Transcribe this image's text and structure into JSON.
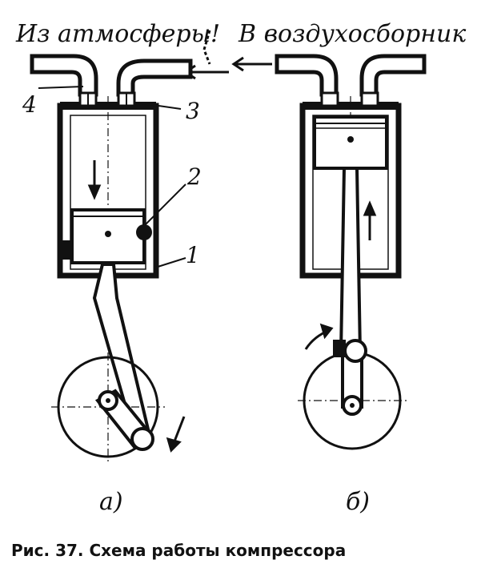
{
  "labels": {
    "intake": "Из атмосферы!",
    "outlet": "В воздухосборник",
    "part1": "1",
    "part2": "2",
    "part3": "3",
    "part4": "4",
    "sub_a": "а)",
    "sub_b": "б)"
  },
  "caption": "Рис. 37. Схема работы компрессора",
  "colors": {
    "ink": "#111111",
    "paper": "#ffffff"
  }
}
